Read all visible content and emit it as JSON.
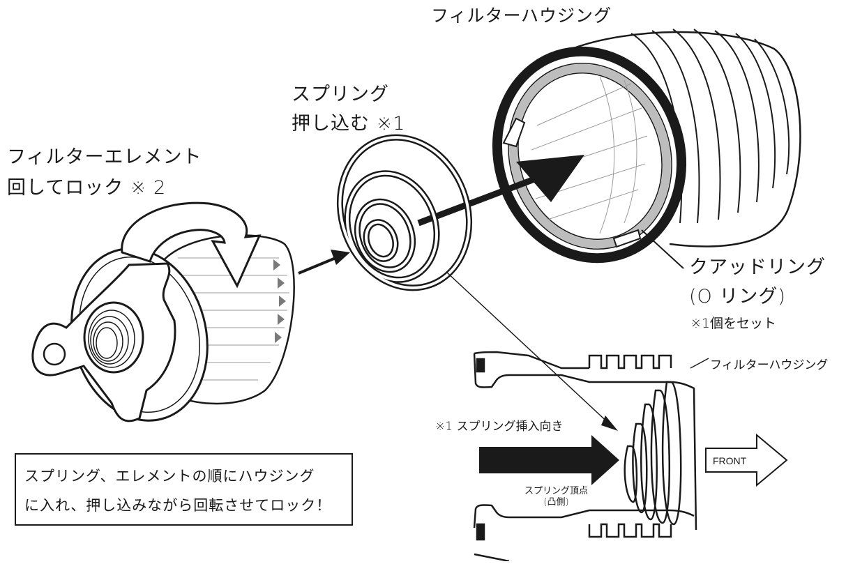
{
  "labels": {
    "filter_housing_top": "フィルターハウジング",
    "spring_title": "スプリング",
    "spring_push": "押し込む ※1",
    "element_title": "フィルターエレメント",
    "element_lock": "回してロック ※ 2",
    "quad_ring": "クアッドリング",
    "o_ring": "(O リング)",
    "set_one": "※1個をセット",
    "filter_housing_side": "フィルターハウジング",
    "spring_direction": "※1 スプリング挿入向き",
    "spring_apex": "スプリング頂点",
    "spring_apex_side": "(凸側)",
    "front": "FRONT"
  },
  "note": {
    "line1": "スプリング、エレメントの順にハウジング",
    "line2": "に入れ、押し込みながら回転させてロック！"
  },
  "colors": {
    "ink": "#1a1a1a",
    "paper": "#ffffff",
    "gray_ring": "#bdbdbd",
    "light_line": "#9a9a9a"
  }
}
